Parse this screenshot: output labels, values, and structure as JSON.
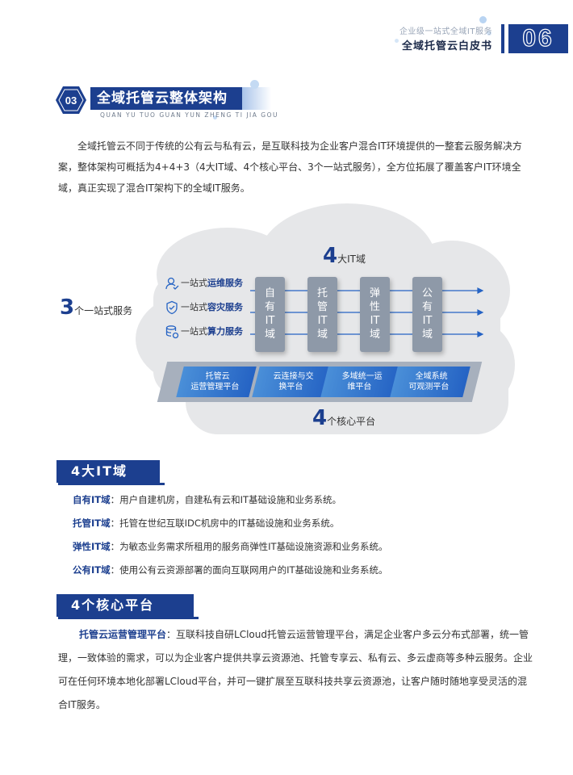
{
  "header": {
    "subtitle": "企业级一站式全域IT服务",
    "title": "全域托管云白皮书",
    "page_number": "06"
  },
  "section": {
    "number": "03",
    "title": "全域托管云整体架构",
    "pinyin": "QUAN YU TUO GUAN YUN ZHENG TI JIA GOU"
  },
  "intro": "全域托管云不同于传统的公有云与私有云，是互联科技为企业客户混合IT环境提供的一整套云服务解决方案，整体架构可概括为4+4+3（4大IT域、4个核心平台、3个一站式服务），全方位拓展了覆盖客户IT环境全域，真正实现了混合IT架构下的全域IT服务。",
  "diagram": {
    "services_label": {
      "num": "3",
      "text": "个一站式服务"
    },
    "domains_label": {
      "num": "4",
      "text": "大IT域"
    },
    "platforms_label": {
      "num": "4",
      "text": "个核心平台"
    },
    "services": [
      {
        "prefix": "一站式",
        "name": "运维服务",
        "icon": "user-icon"
      },
      {
        "prefix": "一站式",
        "name": "容灾服务",
        "icon": "shield-check-icon"
      },
      {
        "prefix": "一站式",
        "name": "算力服务",
        "icon": "database-icon"
      }
    ],
    "domains": [
      {
        "chars": [
          "自",
          "有",
          "IT",
          "域"
        ]
      },
      {
        "chars": [
          "托",
          "管",
          "IT",
          "域"
        ]
      },
      {
        "chars": [
          "弹",
          "性",
          "IT",
          "域"
        ]
      },
      {
        "chars": [
          "公",
          "有",
          "IT",
          "域"
        ]
      }
    ],
    "platforms": [
      {
        "line1": "托管云",
        "line2": "运营管理平台"
      },
      {
        "line1": "云连接与交",
        "line2": "换平台"
      },
      {
        "line1": "多域统一运",
        "line2": "维平台"
      },
      {
        "line1": "全域系统",
        "line2": "可观测平台"
      }
    ]
  },
  "sec_domains": {
    "title": "4大IT域",
    "items": [
      {
        "key": "自有IT域",
        "text": "：用户自建机房，自建私有云和IT基础设施和业务系统。"
      },
      {
        "key": "托管IT域",
        "text": "：托管在世纪互联IDC机房中的IT基础设施和业务系统。"
      },
      {
        "key": "弹性IT域",
        "text": "：为敏态业务需求所租用的服务商弹性IT基础设施资源和业务系统。"
      },
      {
        "key": "公有IT域",
        "text": "：使用公有云资源部署的面向互联网用户的IT基础设施和业务系统。"
      }
    ]
  },
  "sec_platforms": {
    "title": "4个核心平台",
    "key": "托管云运营管理平台",
    "text": "：互联科技自研LCloud托管云运营管理平台，满足企业客户多云分布式部署，统一管理，一致体验的需求，可以为企业客户提供共享云资源池、托管专享云、私有云、多云虚商等多种云服务。企业可在任何环境本地化部署LCloud平台，并可一键扩展至互联科技共享云资源池，让客户随时随地享受灵活的混合IT服务。"
  },
  "colors": {
    "brand": "#1c3f8f",
    "accent": "#2563c4",
    "domain_box": "#8e99a8",
    "cloud": "#e6e7e9"
  }
}
